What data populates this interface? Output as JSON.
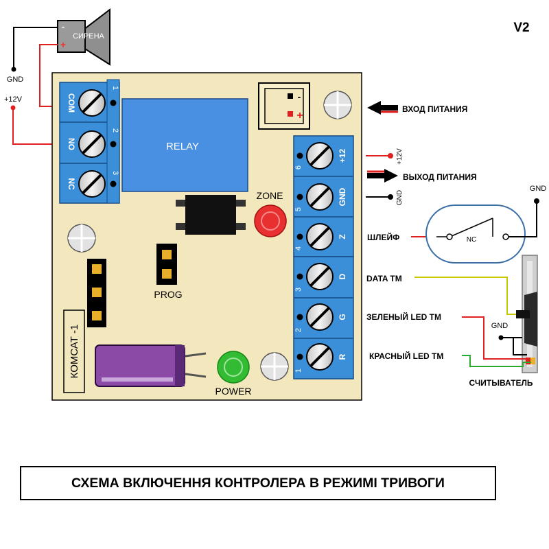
{
  "version": "V2",
  "caption": "СХЕМА ВКЛЮЧЕННЯ КОНТРОЛЕРА В РЕЖИМІ ТРИВОГИ",
  "siren": {
    "label": "СИРЕНА",
    "minus": "-",
    "plus": "+"
  },
  "left_power": {
    "gnd": "GND",
    "plus12": "+12V"
  },
  "board": {
    "relay_label": "RELAY",
    "zone_label": "ZONE",
    "prog_label": "PROG",
    "power_label": "POWER",
    "model_label": "КОМСАТ -1",
    "input_plug": {
      "minus": "-",
      "plus": "+"
    }
  },
  "relay_terminals": [
    {
      "name": "COM",
      "num": "1"
    },
    {
      "name": "NO",
      "num": "2"
    },
    {
      "name": "NC",
      "num": "3"
    }
  ],
  "right_terminals": [
    {
      "name": "+12",
      "num": "6"
    },
    {
      "name": "GND",
      "num": "5"
    },
    {
      "name": "Z",
      "num": "4"
    },
    {
      "name": "D",
      "num": "3"
    },
    {
      "name": "G",
      "num": "2"
    },
    {
      "name": "R",
      "num": "1"
    }
  ],
  "labels": {
    "power_in": "ВХОД ПИТАНИЯ",
    "power_out": "ВЫХОД ПИТАНИЯ",
    "out_plus12": "+12V",
    "out_gnd": "GND",
    "loop": "ШЛЕЙФ",
    "loop_contact": "NC",
    "loop_gnd": "GND",
    "data_tm": "DATA TM",
    "green_led_tm": "ЗЕЛЕНЫЙ LED TM",
    "red_led_tm": "КРАСНЫЙ LED TM",
    "reader_gnd": "GND",
    "reader": "СЧИТЫВАТЕЛЬ"
  },
  "colors": {
    "board": "#f3e7be",
    "terminal_blue": "#3b8fd8",
    "wire_red": "#e02020",
    "wire_yellow": "#c8c800",
    "wire_green": "#2aaa2a",
    "led_red": "#e83030",
    "led_green": "#33bb33",
    "capacitor": "#8a4aa6",
    "relay_blue": "#4a90e2"
  }
}
